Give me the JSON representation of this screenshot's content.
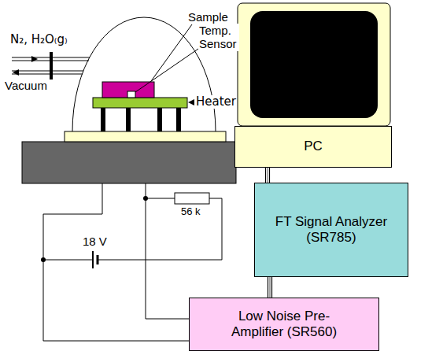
{
  "diagram": {
    "nodes": [
      {
        "text": [
          "PC"
        ]
      },
      {
        "text": [
          "FT Signal Analyzer (SR785)"
        ]
      },
      {
        "text": [
          "Low Noise Pre-Amplifier (SR560)"
        ]
      }
    ],
    "edges": [
      {
        "from": 0,
        "to": 1,
        "arrow": "none"
      },
      {
        "from": 1,
        "to": 2,
        "arrow": "none"
      }
    ],
    "labels": [
      "Sample",
      "Temp. Sensor",
      "Heater",
      "N₂, H₂O₍g₎",
      "Vacuum",
      "18 V",
      "56 k"
    ]
  }
}
